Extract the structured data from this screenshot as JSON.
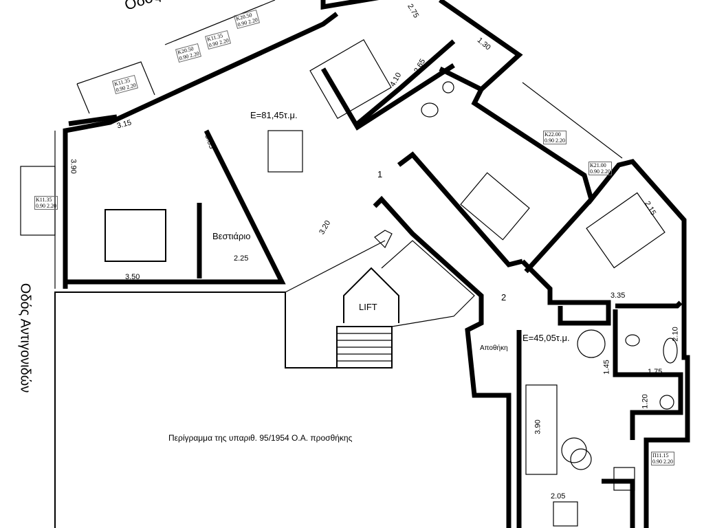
{
  "streets": {
    "top": "Οδός",
    "left": "Οδός Αντιγονιδών"
  },
  "apartments": [
    {
      "area": "E=81,45τ.μ.",
      "number": "1"
    },
    {
      "area": "E=45,05τ.μ.",
      "number": "2"
    }
  ],
  "rooms": {
    "wardrobe": "Βεστιάριο",
    "lift": "LIFT",
    "storage": "Αποθήκη"
  },
  "outline_note": "Περίγραμμα της υπαριθ. 95/1954 Ο.Α. προσθήκης",
  "dimensions": [
    "3.15",
    "3.90",
    "5.85",
    "3.20",
    "2.25",
    "3.50",
    "2.75",
    "4.10",
    "2.65",
    "1.30",
    "2.15",
    "3.35",
    "2.10",
    "1.45",
    "1.75",
    "1.20",
    "3.90",
    "2.05"
  ],
  "window_tags": [
    {
      "code": "K1",
      "w": "1.35",
      "a": "0.90",
      "b": "2.20"
    },
    {
      "code": "K2",
      "w": "0.50",
      "a": "0.90",
      "b": "2.20"
    },
    {
      "code": "K1",
      "w": "1.35",
      "a": "0.90",
      "b": "2.20"
    },
    {
      "code": "K2",
      "w": "0.50",
      "a": "0.90",
      "b": "2.20"
    },
    {
      "code": "K1",
      "w": "1.35",
      "a": "0.90",
      "b": "2.20"
    },
    {
      "code": "K2",
      "w": "2.00",
      "a": "0.90",
      "b": "2.20"
    },
    {
      "code": "K2",
      "w": "1.00",
      "a": "0.90",
      "b": "2.20"
    },
    {
      "code": "Π1",
      "w": "1.15",
      "a": "0.90",
      "b": "2.20"
    }
  ]
}
